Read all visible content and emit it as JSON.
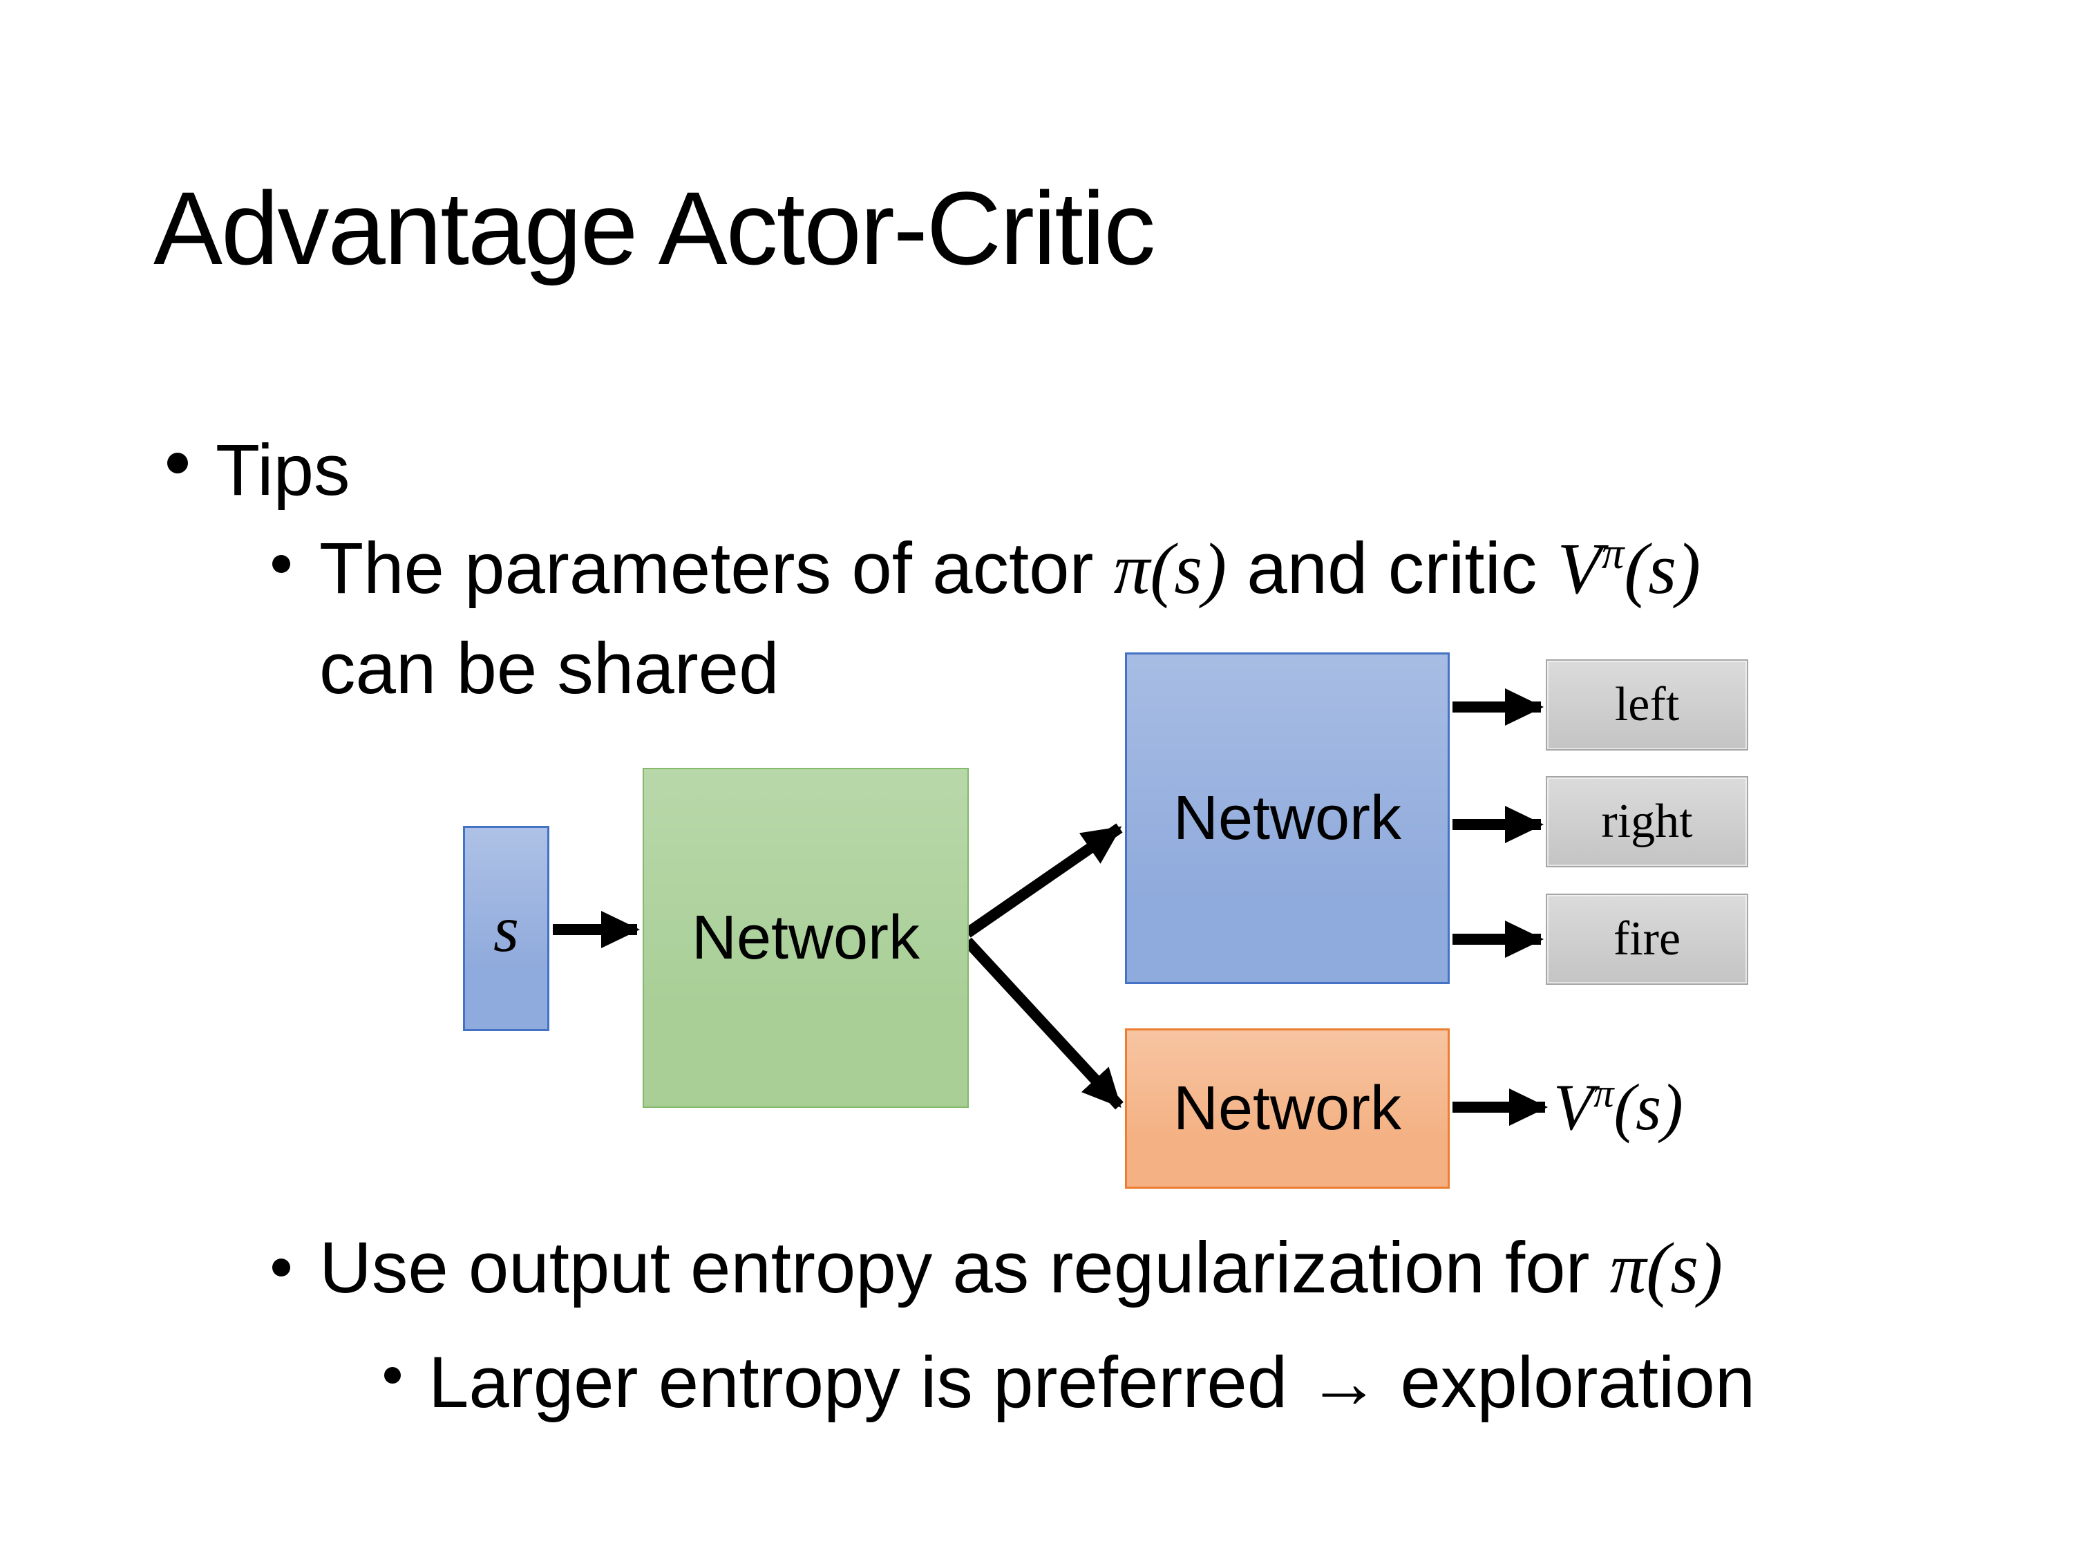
{
  "slide": {
    "title": "Advantage Actor-Critic"
  },
  "bullets": {
    "tips": "Tips",
    "parameters": {
      "t1": "The parameters of actor ",
      "m1": "π(s)",
      "t2": "  and critic ",
      "v_base": "V",
      "v_sup": "π",
      "v_args": "(s)",
      "line2": "can be shared"
    },
    "entropy": {
      "t1": "Use output entropy as regularization for ",
      "m1": "π(s)"
    },
    "exploration": "Larger entropy is preferred → exploration"
  },
  "diagram": {
    "input_label": "s",
    "shared_network_label": "Network",
    "actor_network_label": "Network",
    "critic_network_label": "Network",
    "actions": [
      "left",
      "right",
      "fire"
    ],
    "value_output": {
      "base": "V",
      "sup": "π",
      "args": "(s)"
    },
    "colors": {
      "blue_fill": "#8FAADC",
      "blue_border": "#4472C4",
      "green_fill": "#A9CF97",
      "green_border": "#85B96C",
      "orange_fill": "#F4B183",
      "orange_border": "#ED7D31",
      "gray_fill": "#D2D2D2",
      "gray_border": "#A6A6A6",
      "arrow": "#000000"
    }
  }
}
